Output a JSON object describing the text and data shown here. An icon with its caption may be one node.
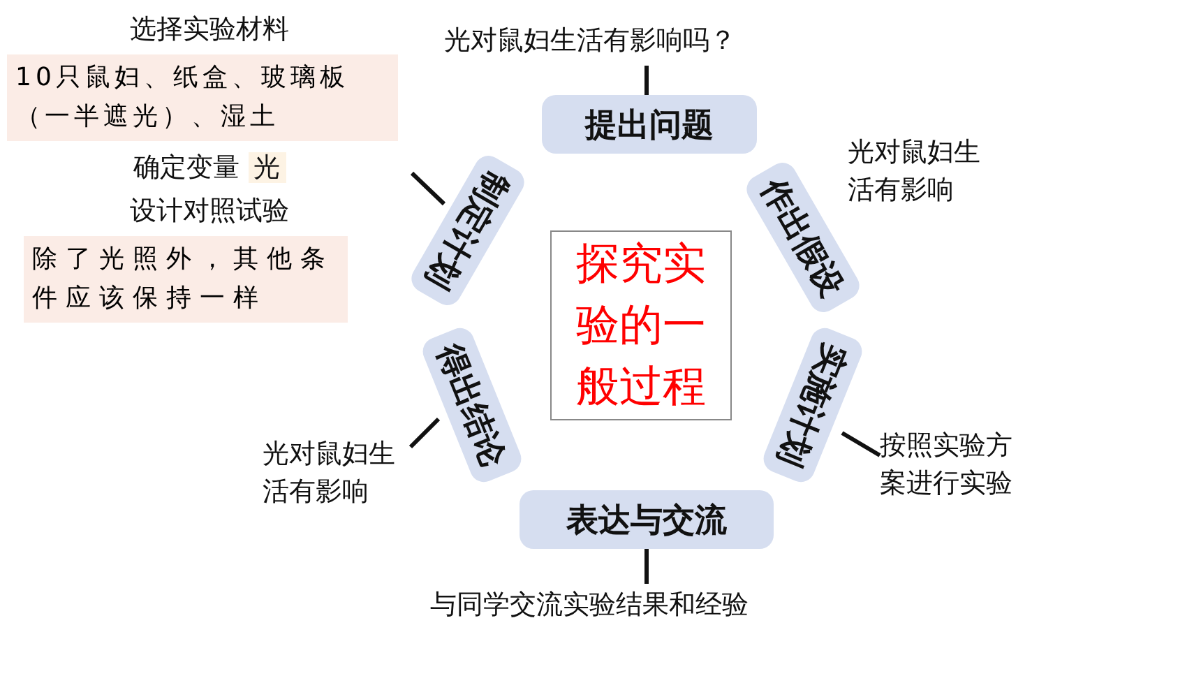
{
  "diagram": {
    "nodes": [
      {
        "text": [
          "提出问题"
        ]
      },
      {
        "text": [
          "作出假设"
        ],
        "beside": [
          "光对鼠妇生活有影响"
        ]
      },
      {
        "text": [
          "实施计划"
        ]
      },
      {
        "text": [
          "表达与交流"
        ]
      },
      {
        "text": [
          "得出结论"
        ]
      },
      {
        "text": [
          "制定计划"
        ]
      },
      {
        "text": [
          "探究实验的一般过程"
        ]
      },
      {
        "text": [
          "光对鼠妇生活有影响吗？"
        ]
      },
      {
        "text": [
          "选择实验材料",
          "10只鼠妇、纸盒、玻璃板（一半遮光）、湿土",
          "确定变量",
          "光",
          "设计对照试验",
          "除了光照外，其他条件应该保持一样"
        ]
      },
      {
        "text": [
          "按照实验方案进行实验"
        ]
      },
      {
        "text": [
          "与同学交流实验结果和经验"
        ]
      },
      {
        "text": [
          "光对鼠妇生活有影响"
        ]
      }
    ],
    "edges": [
      {
        "from": 0,
        "to": 7,
        "arrow": "none"
      },
      {
        "from": 5,
        "to": 8,
        "arrow": "none"
      },
      {
        "from": 2,
        "to": 9,
        "arrow": "none"
      },
      {
        "from": 3,
        "to": 10,
        "arrow": "none"
      },
      {
        "from": 4,
        "to": 11,
        "arrow": "none"
      }
    ]
  }
}
